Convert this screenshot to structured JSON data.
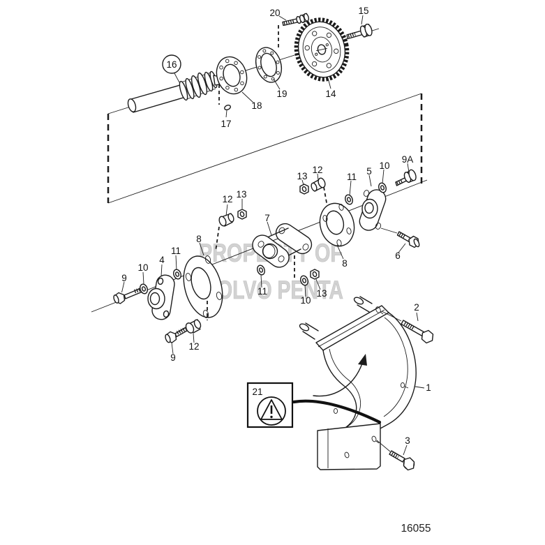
{
  "diagram": {
    "figure_number": "16055",
    "watermark": {
      "line1": "PROPERTY OF",
      "line2": "VOLVO PENTA"
    },
    "warning_box": {
      "label": "21",
      "icon": "warning-triangle-icon"
    },
    "colors": {
      "background": "#ffffff",
      "line": "#1b1b1b",
      "watermark": "#d0d0d0"
    },
    "callouts": [
      {
        "label": "20"
      },
      {
        "label": "15"
      },
      {
        "label": "16",
        "circled": true
      },
      {
        "label": "18"
      },
      {
        "label": "19"
      },
      {
        "label": "14"
      },
      {
        "label": "17"
      },
      {
        "label": "12"
      },
      {
        "label": "13"
      },
      {
        "label": "13"
      },
      {
        "label": "12"
      },
      {
        "label": "11"
      },
      {
        "label": "5"
      },
      {
        "label": "10"
      },
      {
        "label": "9A"
      },
      {
        "label": "7"
      },
      {
        "label": "8"
      },
      {
        "label": "8"
      },
      {
        "label": "6"
      },
      {
        "label": "4"
      },
      {
        "label": "11"
      },
      {
        "label": "10"
      },
      {
        "label": "9"
      },
      {
        "label": "11"
      },
      {
        "label": "10"
      },
      {
        "label": "13"
      },
      {
        "label": "9"
      },
      {
        "label": "12"
      },
      {
        "label": "2"
      },
      {
        "label": "1"
      },
      {
        "label": "3"
      }
    ]
  }
}
